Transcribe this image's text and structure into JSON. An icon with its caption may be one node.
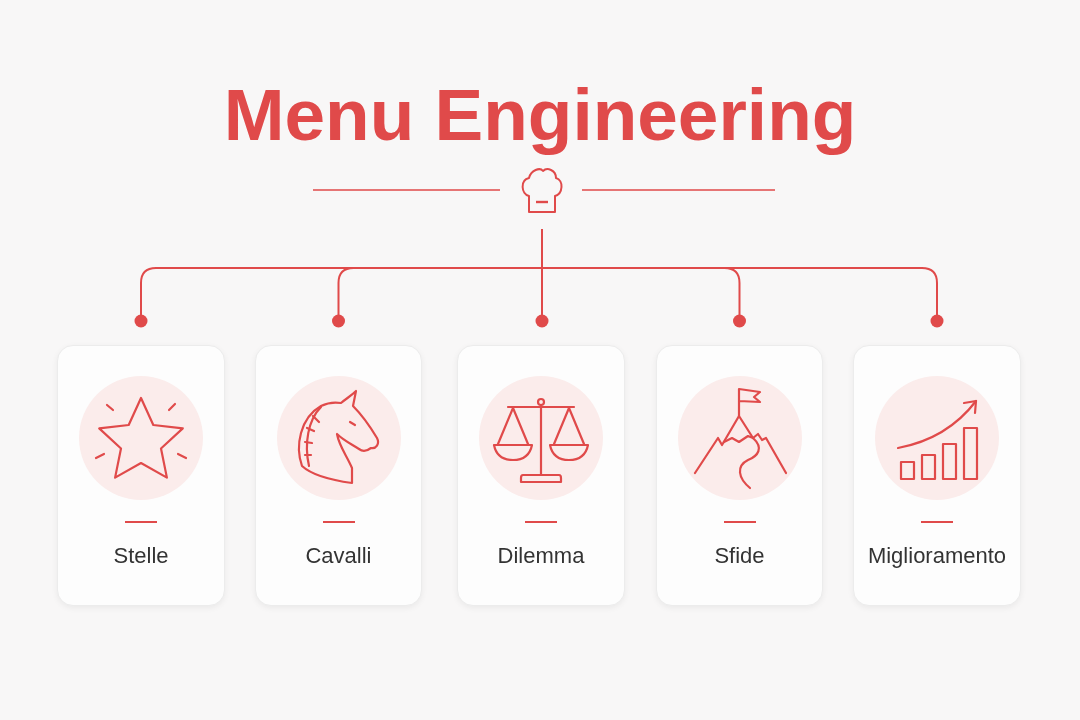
{
  "diagram": {
    "title": "Menu Engineering",
    "nodes": [
      {
        "text": [],
        "shape": "picture"
      },
      {
        "text": [
          "Stelle"
        ]
      },
      {
        "text": [
          "Cavalli"
        ]
      },
      {
        "text": [
          "Dilemma"
        ]
      },
      {
        "text": [
          "Sfide"
        ]
      },
      {
        "text": [
          "Miglioramento"
        ]
      }
    ],
    "edges": [
      {
        "from": 0,
        "to": 1,
        "arrow": "other"
      },
      {
        "from": 0,
        "to": 2,
        "arrow": "other"
      },
      {
        "from": 0,
        "to": 3,
        "arrow": "other"
      },
      {
        "from": 0,
        "to": 4,
        "arrow": "other"
      },
      {
        "from": 0,
        "to": 5,
        "arrow": "other"
      }
    ]
  }
}
